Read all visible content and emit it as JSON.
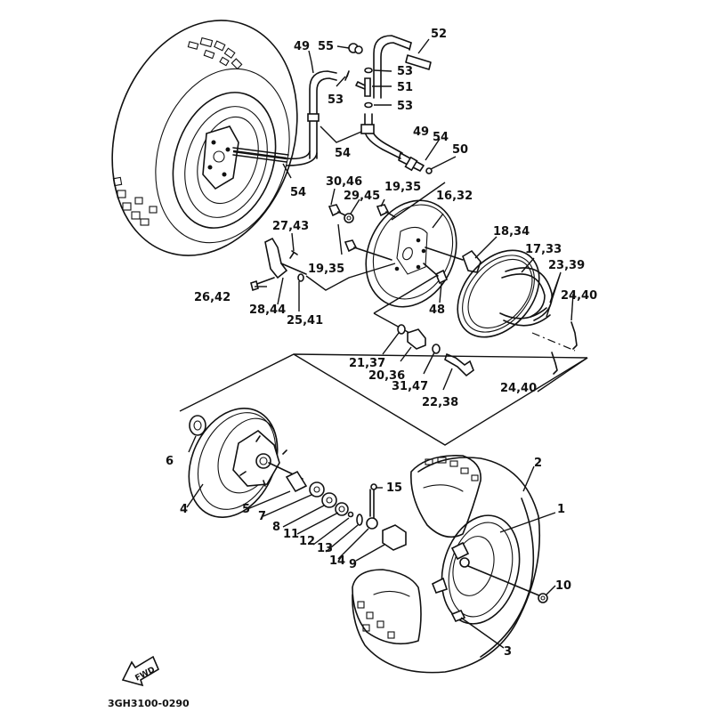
{
  "diagram": {
    "title": "Front wheel & brake exploded parts diagram",
    "drawing_code": "3GH3100-0290",
    "fwd_arrow_label": "FWD",
    "callouts": [
      {
        "id": "c49a",
        "text": "49"
      },
      {
        "id": "c55",
        "text": "55"
      },
      {
        "id": "c52",
        "text": "52"
      },
      {
        "id": "c53a",
        "text": "53"
      },
      {
        "id": "c53b",
        "text": "53"
      },
      {
        "id": "c51",
        "text": "51"
      },
      {
        "id": "c53c",
        "text": "53"
      },
      {
        "id": "c54a",
        "text": "54"
      },
      {
        "id": "c49b",
        "text": "49"
      },
      {
        "id": "c54b",
        "text": "54"
      },
      {
        "id": "c50",
        "text": "50"
      },
      {
        "id": "c54c",
        "text": "54"
      },
      {
        "id": "c3046",
        "text": "30,46"
      },
      {
        "id": "c2945",
        "text": "29,45"
      },
      {
        "id": "c1935a",
        "text": "19,35"
      },
      {
        "id": "c1632",
        "text": "16,32"
      },
      {
        "id": "c2743",
        "text": "27,43"
      },
      {
        "id": "c1834",
        "text": "18,34"
      },
      {
        "id": "c1733",
        "text": "17,33"
      },
      {
        "id": "c2339",
        "text": "23,39"
      },
      {
        "id": "c1935b",
        "text": "19,35"
      },
      {
        "id": "c2642",
        "text": "26,42"
      },
      {
        "id": "c2844",
        "text": "28,44"
      },
      {
        "id": "c2541",
        "text": "25,41"
      },
      {
        "id": "c48",
        "text": "48"
      },
      {
        "id": "c2440a",
        "text": "24,40"
      },
      {
        "id": "c2137",
        "text": "21,37"
      },
      {
        "id": "c2036",
        "text": "20,36"
      },
      {
        "id": "c3147",
        "text": "31,47"
      },
      {
        "id": "c2238",
        "text": "22,38"
      },
      {
        "id": "c2440b",
        "text": "24,40"
      },
      {
        "id": "c6",
        "text": "6"
      },
      {
        "id": "c4",
        "text": "4"
      },
      {
        "id": "c5",
        "text": "5"
      },
      {
        "id": "c7",
        "text": "7"
      },
      {
        "id": "c8",
        "text": "8"
      },
      {
        "id": "c11",
        "text": "11"
      },
      {
        "id": "c12",
        "text": "12"
      },
      {
        "id": "c13",
        "text": "13"
      },
      {
        "id": "c14",
        "text": "14"
      },
      {
        "id": "c9",
        "text": "9"
      },
      {
        "id": "c15",
        "text": "15"
      },
      {
        "id": "c2",
        "text": "2"
      },
      {
        "id": "c1",
        "text": "1"
      },
      {
        "id": "c10",
        "text": "10"
      },
      {
        "id": "c3",
        "text": "3"
      }
    ]
  }
}
